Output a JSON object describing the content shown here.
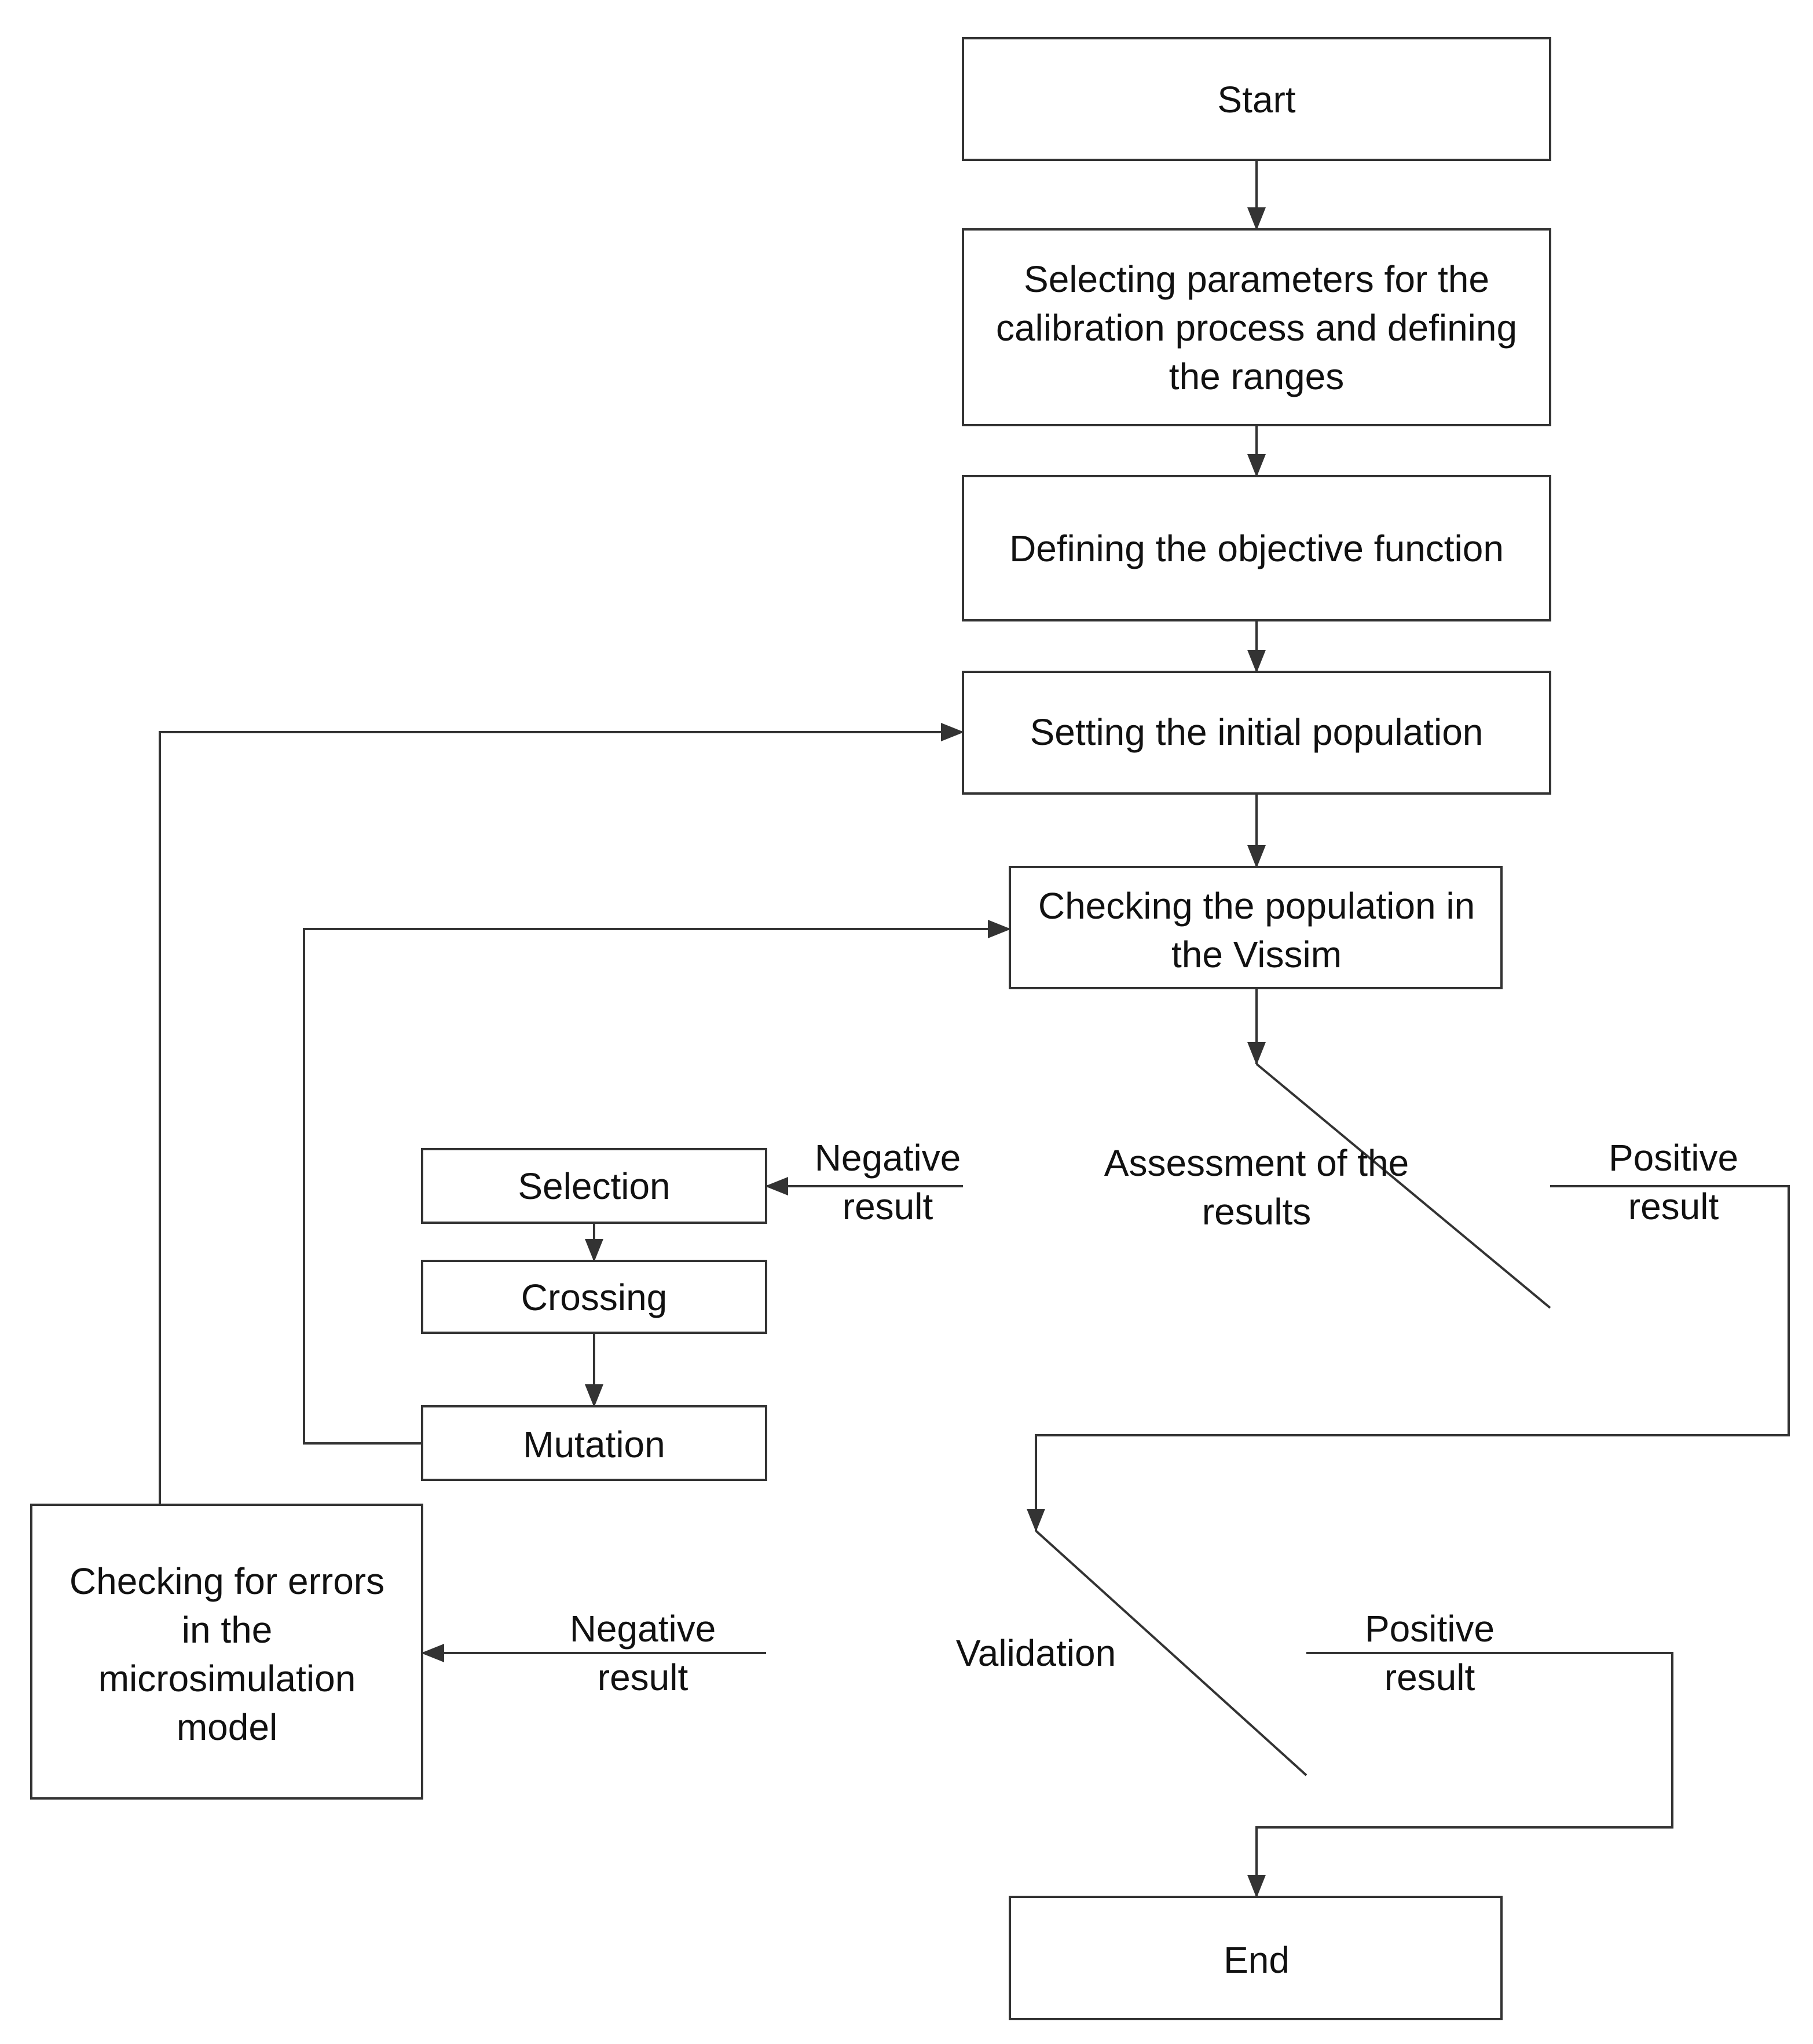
{
  "diagram": {
    "type": "flowchart",
    "nodes": [
      {
        "id": "start",
        "shape": "rect",
        "lines": [
          "Start"
        ]
      },
      {
        "id": "select_params",
        "shape": "rect",
        "lines": [
          "Selecting parameters for the",
          "calibration process and defining",
          "the ranges"
        ]
      },
      {
        "id": "objective",
        "shape": "rect",
        "lines": [
          "Defining the objective function"
        ]
      },
      {
        "id": "init_pop",
        "shape": "rect",
        "lines": [
          "Setting the initial population"
        ]
      },
      {
        "id": "check_vissim",
        "shape": "rect",
        "lines": [
          "Checking the population in",
          "the Vissim"
        ]
      },
      {
        "id": "assessment",
        "shape": "diamond",
        "lines": [
          "Assessment of the",
          "results"
        ]
      },
      {
        "id": "selection",
        "shape": "rect",
        "lines": [
          "Selection"
        ]
      },
      {
        "id": "crossing",
        "shape": "rect",
        "lines": [
          "Crossing"
        ]
      },
      {
        "id": "mutation",
        "shape": "rect",
        "lines": [
          "Mutation"
        ]
      },
      {
        "id": "validation",
        "shape": "diamond",
        "lines": [
          "Validation"
        ]
      },
      {
        "id": "check_errors",
        "shape": "rect",
        "lines": [
          "Checking for errors",
          "in the",
          "microsimulation",
          "model"
        ]
      },
      {
        "id": "end",
        "shape": "rect",
        "lines": [
          "End"
        ]
      }
    ],
    "edges": [
      {
        "id": "start-params",
        "from": "start",
        "to": "select_params",
        "label": []
      },
      {
        "id": "params-objective",
        "from": "select_params",
        "to": "objective",
        "label": []
      },
      {
        "id": "objective-init",
        "from": "objective",
        "to": "init_pop",
        "label": []
      },
      {
        "id": "init-check",
        "from": "init_pop",
        "to": "check_vissim",
        "label": []
      },
      {
        "id": "check-assessment",
        "from": "check_vissim",
        "to": "assessment",
        "label": []
      },
      {
        "id": "assessment-selection",
        "from": "assessment",
        "to": "selection",
        "label": [
          "Negative",
          "result"
        ]
      },
      {
        "id": "assessment-validation",
        "from": "assessment",
        "to": "validation",
        "label": [
          "Positive",
          "result"
        ]
      },
      {
        "id": "selection-crossing",
        "from": "selection",
        "to": "crossing",
        "label": []
      },
      {
        "id": "crossing-mutation",
        "from": "crossing",
        "to": "mutation",
        "label": []
      },
      {
        "id": "mutation-check",
        "from": "mutation",
        "to": "check_vissim",
        "label": []
      },
      {
        "id": "validation-errors",
        "from": "validation",
        "to": "check_errors",
        "label": [
          "Negative",
          "result"
        ]
      },
      {
        "id": "validation-end",
        "from": "validation",
        "to": "end",
        "label": [
          "Positive",
          "result"
        ]
      },
      {
        "id": "errors-init",
        "from": "check_errors",
        "to": "init_pop",
        "label": []
      }
    ]
  }
}
